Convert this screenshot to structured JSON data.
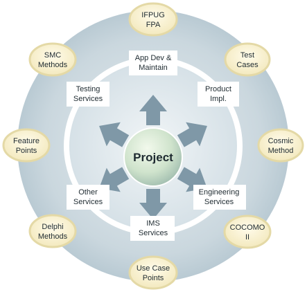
{
  "center": {
    "label": "Project"
  },
  "inner_items": [
    {
      "id": "app-dev",
      "lines": [
        "App Dev &",
        "Maintain"
      ]
    },
    {
      "id": "product-impl",
      "lines": [
        "Product",
        "Impl."
      ]
    },
    {
      "id": "engineering-services",
      "lines": [
        "Engineering",
        "Services"
      ]
    },
    {
      "id": "ims-services",
      "lines": [
        "IMS",
        "Services"
      ]
    },
    {
      "id": "other-services",
      "lines": [
        "Other",
        "Services"
      ]
    },
    {
      "id": "testing-services",
      "lines": [
        "Testing",
        "Services"
      ]
    }
  ],
  "outer_methods": [
    {
      "id": "ifpug-fpa",
      "lines": [
        "IFPUG",
        "FPA"
      ]
    },
    {
      "id": "test-cases",
      "lines": [
        "Test",
        "Cases"
      ]
    },
    {
      "id": "cosmic-method",
      "lines": [
        "Cosmic",
        "Method"
      ]
    },
    {
      "id": "cocomo-ii",
      "lines": [
        "COCOMO",
        "II"
      ]
    },
    {
      "id": "use-case-points",
      "lines": [
        "Use Case",
        "Points"
      ]
    },
    {
      "id": "delphi-methods",
      "lines": [
        "Delphi",
        "Methods"
      ]
    },
    {
      "id": "feature-points",
      "lines": [
        "Feature",
        "Points"
      ]
    },
    {
      "id": "smc-methods",
      "lines": [
        "SMC",
        "Methods"
      ]
    }
  ],
  "colors": {
    "outer_ring": "#c5d3da",
    "inner_disc": "#dfe8ec",
    "center_light": "#eaf5e2",
    "center_dark": "#a9c3b4",
    "arrow": "#7d97a6",
    "oval_fill": "#fbf4d8",
    "oval_stroke": "#e6dcae"
  }
}
